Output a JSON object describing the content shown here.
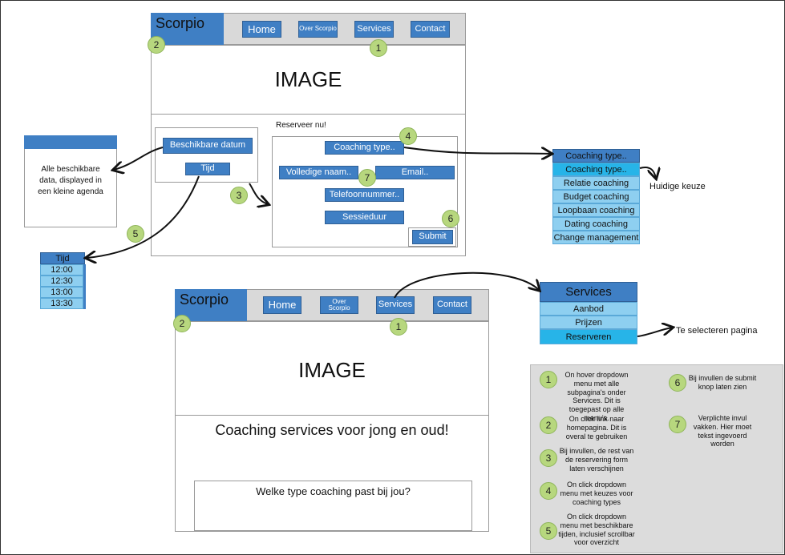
{
  "top_wireframe": {
    "logo": "Scorpio",
    "nav": {
      "home": "Home",
      "over": "Over Scorpio",
      "services": "Services",
      "contact": "Contact"
    },
    "image_label": "IMAGE",
    "reserve_title": "Reserveer nu!",
    "left_panel": {
      "date_button": "Beschikbare datum",
      "time_button": "Tijd"
    },
    "form": {
      "coaching_type": "Coaching type..",
      "full_name": "Volledige naam..",
      "email": "Email..",
      "phone": "Telefoonnummer..",
      "duration": "Sessieduur",
      "submit": "Submit"
    }
  },
  "calendar_box": {
    "text": "Alle beschikbare data, displayed in een kleine agenda"
  },
  "time_dropdown": {
    "header": "Tijd",
    "items": [
      "12:00",
      "12:30",
      "13:00",
      "13:30"
    ]
  },
  "coaching_dropdown": {
    "header": "Coaching type..",
    "selected": "Coaching type..",
    "items": [
      "Relatie coaching",
      "Budget coaching",
      "Loopbaan coaching",
      "Dating coaching",
      "Change management"
    ],
    "note": "Huidige keuze"
  },
  "bottom_wireframe": {
    "logo": "Scorpio",
    "nav": {
      "home": "Home",
      "over": "Over Scorpio",
      "services": "Services",
      "contact": "Contact"
    },
    "image_label": "IMAGE",
    "headline": "Coaching services voor jong en oud!",
    "question": "Welke type coaching past bij jou?"
  },
  "services_dropdown": {
    "header": "Services",
    "items": [
      "Aanbod",
      "Prijzen",
      "Reserveren"
    ],
    "note": "Te selecteren pagina"
  },
  "markers": {
    "n1": "1",
    "n2": "2",
    "n3": "3",
    "n4": "4",
    "n5": "5",
    "n6": "6",
    "n7": "7"
  },
  "legend": {
    "items": [
      {
        "num": "1",
        "text": "On hover dropdown menu met alle subpagina's onder Services. Dit is toegepast op alle menu's."
      },
      {
        "num": "2",
        "text": "On click link naar homepagina. Dit is overal te gebruiken"
      },
      {
        "num": "3",
        "text": "Bij invullen, de rest van de reservering form laten verschijnen"
      },
      {
        "num": "4",
        "text": "On click dropdown menu met keuzes voor coaching types"
      },
      {
        "num": "5",
        "text": "On click dropdown menu met beschikbare tijden, inclusief scrollbar voor overzicht"
      },
      {
        "num": "6",
        "text": "Bij invullen de submit knop laten zien"
      },
      {
        "num": "7",
        "text": "Verplichte invul vakken. Hier moet tekst ingevoerd worden"
      }
    ]
  }
}
